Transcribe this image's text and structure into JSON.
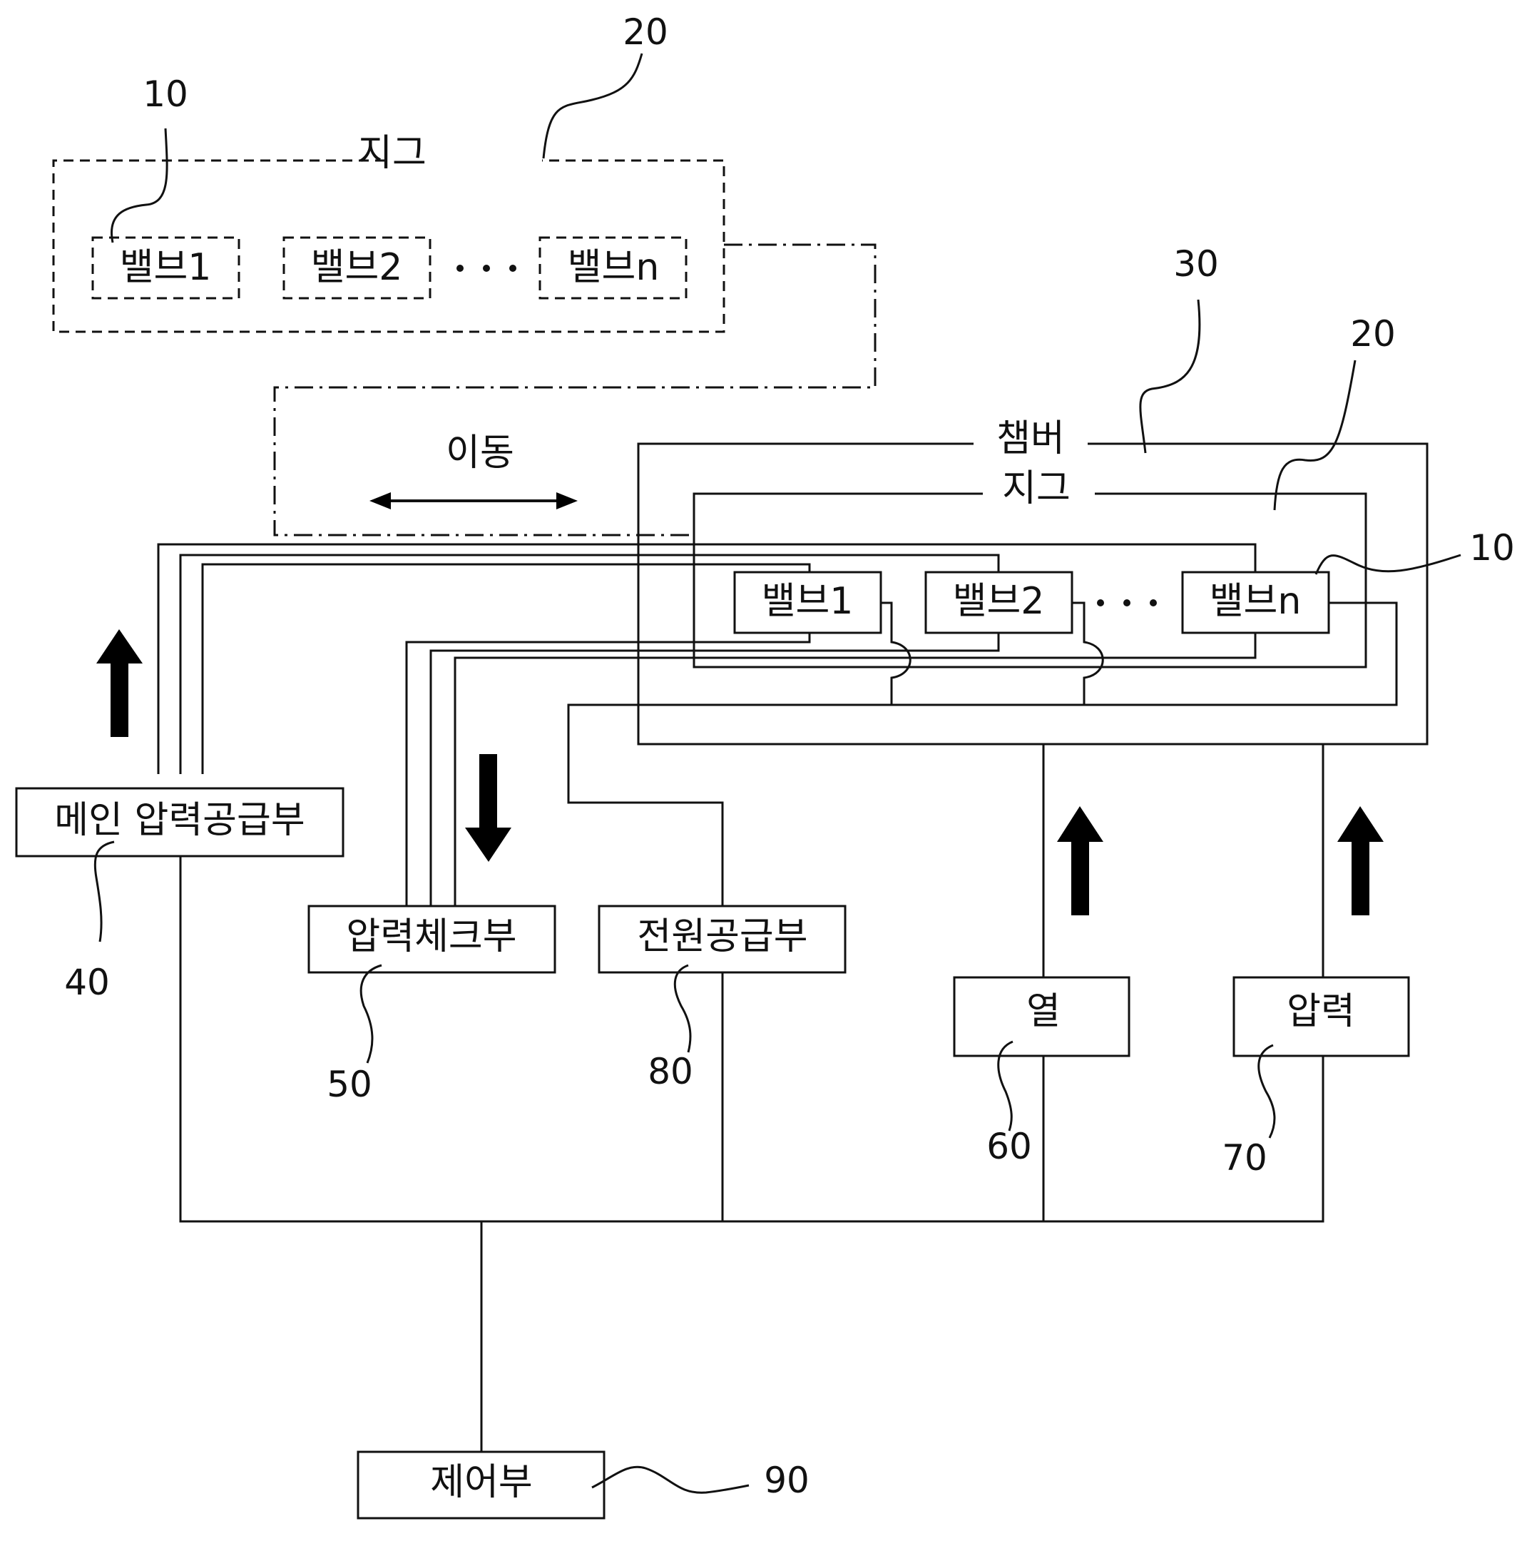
{
  "top_jig": {
    "label": "지그",
    "ref": "20",
    "valves": [
      "밸브1",
      "밸브2",
      "밸브n"
    ],
    "valve_ref": "10"
  },
  "move_label": "이동",
  "chamber": {
    "label": "챔버",
    "ref": "30",
    "jig_label": "지그",
    "jig_ref": "20",
    "valves": [
      "밸브1",
      "밸브2",
      "밸브n"
    ],
    "valve_ref": "10"
  },
  "units": {
    "main_pressure": {
      "label": "메인 압력공급부",
      "ref": "40"
    },
    "pressure_check": {
      "label": "압력체크부",
      "ref": "50"
    },
    "power_supply": {
      "label": "전원공급부",
      "ref": "80"
    },
    "heat": {
      "label": "열",
      "ref": "60"
    },
    "pressure": {
      "label": "압력",
      "ref": "70"
    },
    "control": {
      "label": "제어부",
      "ref": "90"
    }
  }
}
